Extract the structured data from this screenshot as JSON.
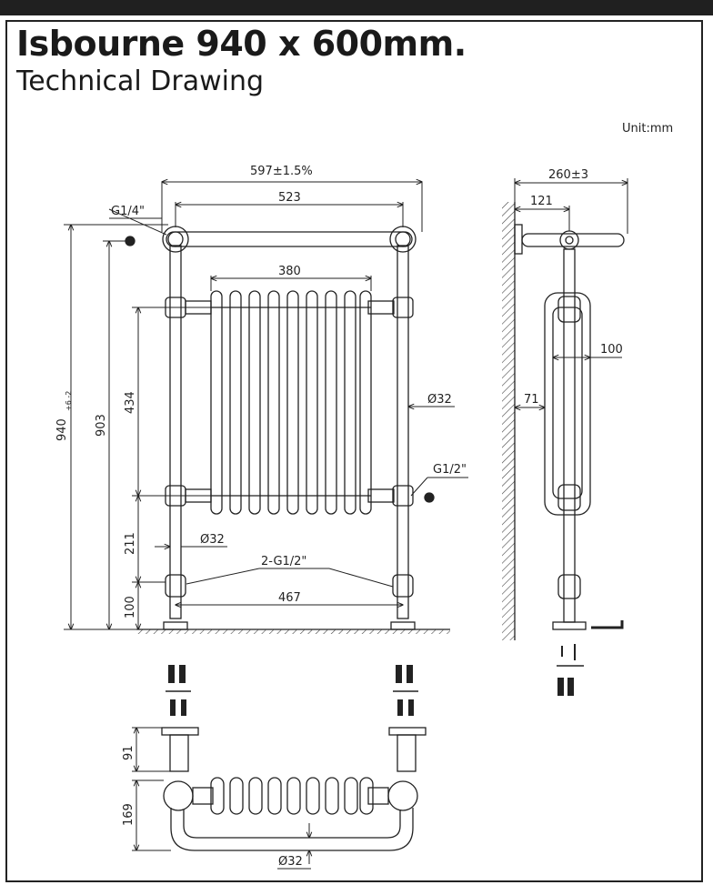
{
  "header": {
    "title": "Isbourne 940 x 600mm.",
    "subtitle": "Technical Drawing",
    "unit": "Unit:mm"
  },
  "front_view": {
    "width_overall": "597±1.5%",
    "width_centres": "523",
    "width_radiator": "380",
    "height_overall": "940",
    "height_overall_tol": "+6 -2",
    "height_rail": "903",
    "height_sections": "434",
    "height_lower": "211",
    "height_foot": "100",
    "valve_spacing": "467",
    "top_thread": "G1/4\"",
    "side_thread": "G1/2\"",
    "inlet_thread": "2-G1/2\"",
    "pipe_dia_1": "Ø32",
    "pipe_dia_2": "Ø32"
  },
  "side_view": {
    "depth_overall": "260±3",
    "depth_wall": "121",
    "radiator_depth": "100",
    "wall_gap": "71"
  },
  "plan_view": {
    "foot_height": "91",
    "plan_depth": "169",
    "pipe_dia": "Ø32"
  }
}
